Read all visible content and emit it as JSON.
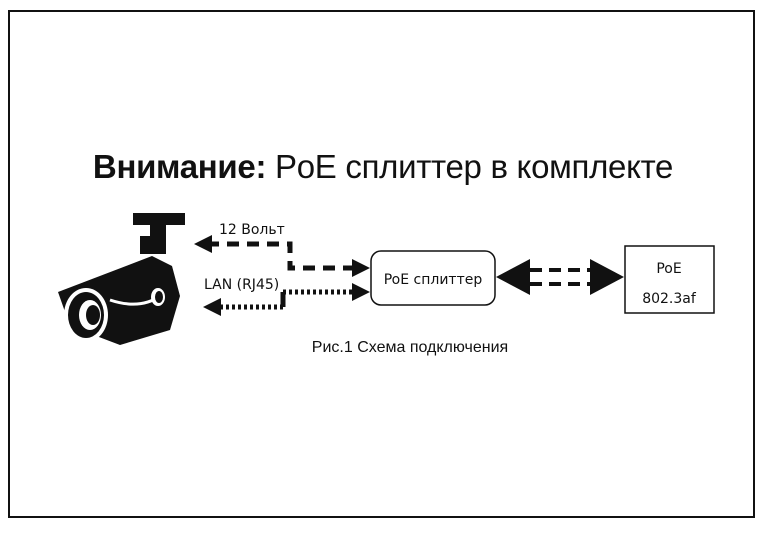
{
  "title": {
    "bold": "Внимание:",
    "rest": " PoE сплиттер в комплекте"
  },
  "labels": {
    "power": "12 Вольт",
    "lan": "LAN (RJ45)"
  },
  "splitter": {
    "label": "PoE сплиттер"
  },
  "poe_source": {
    "line1": "PoE",
    "line2": "802.3af"
  },
  "caption": "Рис.1 Схема подключения",
  "colors": {
    "ink": "#111111",
    "background": "#ffffff"
  },
  "icons": {
    "camera": "cctv-camera-icon"
  }
}
